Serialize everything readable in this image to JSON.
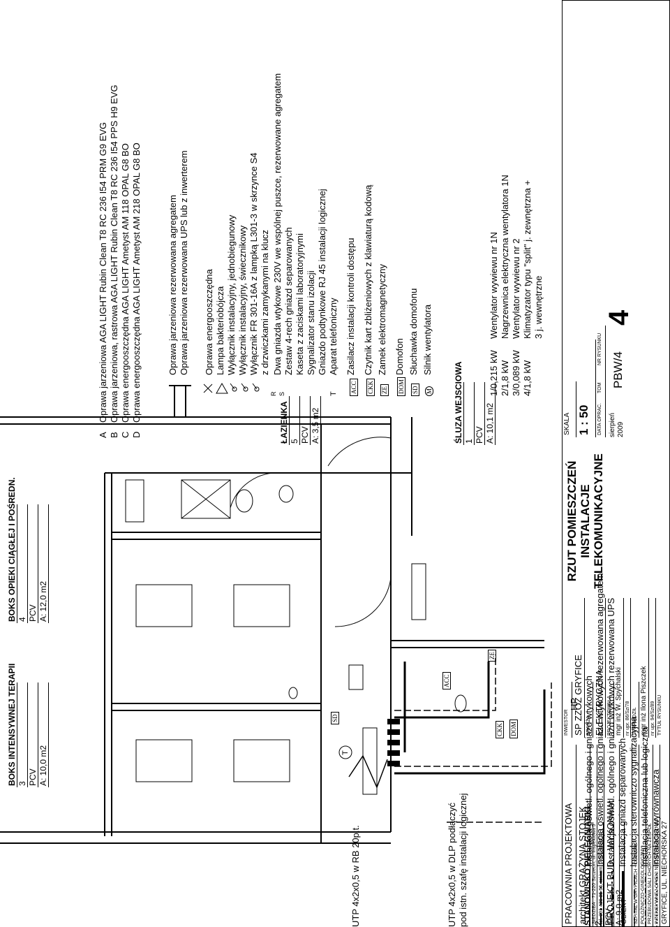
{
  "rooms": [
    {
      "name": "STANOWISKO PIELĘGNIARKI",
      "num": "2",
      "cls": "PCV",
      "area": "A: 9,0 m2"
    },
    {
      "name": "BOKS INTENSYWNEJ TERAPII",
      "num": "3",
      "cls": "PCV",
      "area": "A: 10,0 m2"
    },
    {
      "name": "BOKS OPIEKI CIĄGŁEJ I POŚREDN.",
      "num": "4",
      "cls": "PCV",
      "area": "A: 12,0 m2"
    },
    {
      "name": "ŁAZIENKA",
      "num": "5",
      "cls": "PCV",
      "area": "A: 3,5 m2"
    },
    {
      "name": "ŚLUZA WEJSCIOWA",
      "num": "1",
      "cls": "PCV",
      "area": "A: 10,1 m2"
    }
  ],
  "notes": {
    "utp_rb": "UTP 4x2x0,5 w RB 20p.t.",
    "utp_dlp": "UTP 4x2x0,5 w DLP podłączyć",
    "utp_dlp2": "pod istn. szafę instalacji logicznej",
    "hp": "HP"
  },
  "plan_tags": {
    "t": "T",
    "sd": "SD",
    "acc": "ACC",
    "ze": "ZE",
    "ckk": "CKK",
    "dom": "DOM"
  },
  "install_legend": [
    "Instalacja oświetl. ogólnego i gniazd wtykowych",
    "Instalacja oświetl. ogólnego i gniazd wtykowych rezerwowana agregatem",
    "Instalacja oświetl. ogólnego i gniazd wtykowych rezerwowana UPS",
    "Instalacja gniazd separowanych",
    "Instalacja sterowniczo sygnalizacyjna",
    "Instalacja telefoniczna lub logiczna",
    "Instalacja wyrównawcza"
  ],
  "fixtures": [
    {
      "letter": "A",
      "text": "Oprawa jarzeniowa AGA LIGHT Rubin Clean T8 RC 236 I54 PRM G9 EVG"
    },
    {
      "letter": "B",
      "text": "Oprawa jarzeniowa, rastrowa AGA LIGHT Rubin Clean T8 RC 236 I54 PPS H9 EVG"
    },
    {
      "letter": "C",
      "text": "Oprawa energooszczędna AGA LIGHT Ametyst AM 118 OPAL G8 BO"
    },
    {
      "letter": "D",
      "text": "Oprawa energooszczędna AGA LIGHT Ametyst AM 218 OPAL G8 BO"
    }
  ],
  "symbols": [
    "Oprawa jarzeniowa rezerwowana agregatem",
    "Oprawa jarzeniowa rezerwowana UPS lub z inwerterem",
    "Oprawa energooszczędna",
    "Lampa bakteriobójcza",
    "Wyłącznik instalacyjny, jednobiegunowy",
    "Wyłącznik instalacyjny, świecznikowy",
    "Wyłącznik FR 301-16A z lampką L301-3 w skrzynce S4",
    "z drzwiczkami zamykanymi na klucz",
    "Dwa gniazda wtykowe 230V we wspólnej puszce, rezerwowane agregatem",
    "Zestaw 4-rech gniazd separowanych",
    "Kaseta z zaciskami laboratoryjnymi",
    "Sygnalizator stanu izolacji",
    "Gniazdo podtynkowe RJ 45 instalacji logicznej",
    "Aparat telefoniczny",
    "Zasilacz instalacji kontroli dostępu",
    "Czytnik kart zbliżeniowych z klawiaturą kodową",
    "Zamek elektromagnetyczny",
    "Domofon",
    "Słuchawka domofonu",
    "Silnik wentylatora"
  ],
  "symbol_marks": {
    "r": "R",
    "s": "S",
    "t": "T",
    "acc": "ACC",
    "ckk": "CKK",
    "ze": "ZE",
    "dom": "DOM",
    "sd": "SD",
    "m": "M"
  },
  "motors": [
    {
      "num": "1/0,215 kW",
      "text": "Wentylator wywiewu nr 1N"
    },
    {
      "num": "2/1,8 kW",
      "text": "Nagrzewnica elektryczna wentylatora 1N"
    },
    {
      "num": "3/0,089 kW",
      "text": "Wentylator wywiewu nr 2"
    },
    {
      "num": "4/1,8 kW",
      "text": "Klimatyzator typu \"split\" j. zewnętrzna +"
    },
    {
      "num": "",
      "text": "3 j. wewnętrzne"
    }
  ],
  "title_block": {
    "office": "PRACOWNIA PROJEKTOWA",
    "architect": "architekt GRAŻYNA STOJEK",
    "address": "SIEDZIBA : 71-220 Szczecin, ul. Inspektowa 5",
    "phone": "tel. 091 439 05 66, tel.kom. 0 601 888 232",
    "stage": "PROJEKT BUD. - WYKONAW.",
    "obiekt_label": "OBIEKT",
    "obiekt1": "SZPITAL W GRYFICACH - ODDZIAŁ",
    "obiekt2": "POŁOŻNICZO-GINEKOLOGICZNY",
    "obiekt3": "PRZEBUDOWA SALI CHORYCH NA ZESPÓŁ",
    "obiekt4": "INTENSYWNEJ OPIEKI NEONATOLOGICZNEJ",
    "location": "GRYFICE, UL. NIECHORSKA 27",
    "investor_label": "INWESTOR",
    "investor": "SP ZZOZ GRYFICE",
    "branch_label": "BRANŻA",
    "branch": "ELEKTRYCZNA",
    "designer_label": "PROJEKTOWAŁA",
    "designer": "mgr inż W. Spychalski",
    "designer_lic": "nr upr. 86/Sz/78",
    "checker_label": "SPRAWDZIŁ",
    "checker": "mgr inż Ilona Piszczek",
    "checker_lic": "nr upr. 94/Sz/89",
    "drawing_title_label": "TYTUŁ RYSUNKU",
    "drawing_title": "RZUT POMIESZCZEŃ INSTALACJE TELEKOMUNIKACYJNE",
    "scale_label": "SKALA",
    "scale": "1 : 50",
    "tom_label": "TOM",
    "nr_label": "NR RYSUNKU",
    "date_label": "DATA OPRAC.",
    "date": "sierpień 2009",
    "drawing_code": "PBW/4",
    "sheet": "4"
  }
}
